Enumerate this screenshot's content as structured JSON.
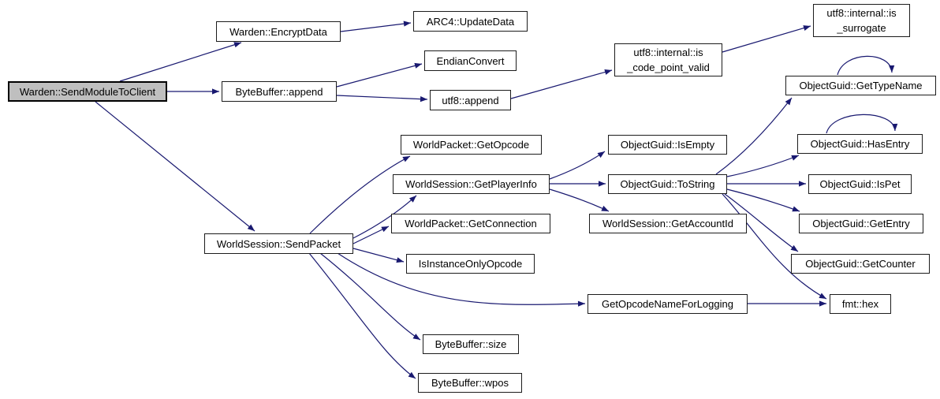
{
  "diagram": {
    "type": "call-graph",
    "root_function": "Warden::SendModuleToClient",
    "colors": {
      "background": "#ffffff",
      "edge": "#191970",
      "node_fill": "#ffffff",
      "node_border": "#1c1c1c",
      "root_fill": "#bfbfbf",
      "text": "#000000"
    },
    "nodes": [
      {
        "id": "send-module-to-client",
        "root": true,
        "lines": [
          "Warden::SendModuleToClient"
        ]
      },
      {
        "id": "encrypt-data",
        "root": false,
        "lines": [
          "Warden::EncryptData"
        ]
      },
      {
        "id": "arc4-update-data",
        "root": false,
        "lines": [
          "ARC4::UpdateData"
        ]
      },
      {
        "id": "bytebuffer-append",
        "root": false,
        "lines": [
          "ByteBuffer::append"
        ]
      },
      {
        "id": "endian-convert",
        "root": false,
        "lines": [
          "EndianConvert"
        ]
      },
      {
        "id": "utf8-append",
        "root": false,
        "lines": [
          "utf8::append"
        ]
      },
      {
        "id": "is-code-point-valid",
        "root": false,
        "lines": [
          "utf8::internal::is",
          "_code_point_valid"
        ]
      },
      {
        "id": "is-surrogate",
        "root": false,
        "lines": [
          "utf8::internal::is",
          "_surrogate"
        ]
      },
      {
        "id": "send-packet",
        "root": false,
        "lines": [
          "WorldSession::SendPacket"
        ]
      },
      {
        "id": "get-opcode",
        "root": false,
        "lines": [
          "WorldPacket::GetOpcode"
        ]
      },
      {
        "id": "get-player-info",
        "root": false,
        "lines": [
          "WorldSession::GetPlayerInfo"
        ]
      },
      {
        "id": "get-connection",
        "root": false,
        "lines": [
          "WorldPacket::GetConnection"
        ]
      },
      {
        "id": "is-instance-only-opcode",
        "root": false,
        "lines": [
          "IsInstanceOnlyOpcode"
        ]
      },
      {
        "id": "guid-is-empty",
        "root": false,
        "lines": [
          "ObjectGuid::IsEmpty"
        ]
      },
      {
        "id": "guid-to-string",
        "root": false,
        "lines": [
          "ObjectGuid::ToString"
        ]
      },
      {
        "id": "get-account-id",
        "root": false,
        "lines": [
          "WorldSession::GetAccountId"
        ]
      },
      {
        "id": "guid-get-type-name",
        "root": false,
        "lines": [
          "ObjectGuid::GetTypeName"
        ]
      },
      {
        "id": "guid-has-entry",
        "root": false,
        "lines": [
          "ObjectGuid::HasEntry"
        ]
      },
      {
        "id": "guid-is-pet",
        "root": false,
        "lines": [
          "ObjectGuid::IsPet"
        ]
      },
      {
        "id": "guid-get-entry",
        "root": false,
        "lines": [
          "ObjectGuid::GetEntry"
        ]
      },
      {
        "id": "guid-get-counter",
        "root": false,
        "lines": [
          "ObjectGuid::GetCounter"
        ]
      },
      {
        "id": "get-opcode-name-for-logging",
        "root": false,
        "lines": [
          "GetOpcodeNameForLogging"
        ]
      },
      {
        "id": "fmt-hex",
        "root": false,
        "lines": [
          "fmt::hex"
        ]
      },
      {
        "id": "bytebuffer-size",
        "root": false,
        "lines": [
          "ByteBuffer::size"
        ]
      },
      {
        "id": "bytebuffer-wpos",
        "root": false,
        "lines": [
          "ByteBuffer::wpos"
        ]
      }
    ],
    "edges": [
      {
        "from": "send-module-to-client",
        "to": "encrypt-data"
      },
      {
        "from": "send-module-to-client",
        "to": "bytebuffer-append"
      },
      {
        "from": "send-module-to-client",
        "to": "send-packet"
      },
      {
        "from": "encrypt-data",
        "to": "arc4-update-data"
      },
      {
        "from": "bytebuffer-append",
        "to": "endian-convert"
      },
      {
        "from": "bytebuffer-append",
        "to": "utf8-append"
      },
      {
        "from": "utf8-append",
        "to": "is-code-point-valid"
      },
      {
        "from": "is-code-point-valid",
        "to": "is-surrogate"
      },
      {
        "from": "send-packet",
        "to": "get-opcode"
      },
      {
        "from": "send-packet",
        "to": "get-player-info"
      },
      {
        "from": "send-packet",
        "to": "get-connection"
      },
      {
        "from": "send-packet",
        "to": "is-instance-only-opcode"
      },
      {
        "from": "send-packet",
        "to": "get-opcode-name-for-logging"
      },
      {
        "from": "send-packet",
        "to": "bytebuffer-size"
      },
      {
        "from": "send-packet",
        "to": "bytebuffer-wpos"
      },
      {
        "from": "get-player-info",
        "to": "guid-is-empty"
      },
      {
        "from": "get-player-info",
        "to": "guid-to-string"
      },
      {
        "from": "get-player-info",
        "to": "get-account-id"
      },
      {
        "from": "guid-to-string",
        "to": "guid-get-type-name"
      },
      {
        "from": "guid-to-string",
        "to": "guid-has-entry"
      },
      {
        "from": "guid-to-string",
        "to": "guid-is-pet"
      },
      {
        "from": "guid-to-string",
        "to": "guid-get-entry"
      },
      {
        "from": "guid-to-string",
        "to": "guid-get-counter"
      },
      {
        "from": "guid-to-string",
        "to": "fmt-hex"
      },
      {
        "from": "get-opcode-name-for-logging",
        "to": "fmt-hex"
      },
      {
        "from": "guid-get-type-name",
        "to": "guid-get-type-name"
      },
      {
        "from": "guid-has-entry",
        "to": "guid-has-entry"
      }
    ]
  }
}
